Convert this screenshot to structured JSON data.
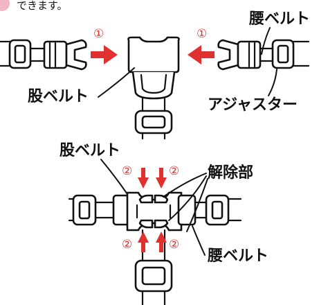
{
  "caption_fragment": "できます。",
  "labels": {
    "waist_belt": "腰ベルト",
    "crotch_belt": "股ベルト",
    "adjuster": "アジャスター",
    "release": "解除部"
  },
  "steps": {
    "step1": "①",
    "step2": "②"
  },
  "colors": {
    "arrow": "#e03131",
    "badge": "#f3b6c3",
    "line": "#111111"
  }
}
